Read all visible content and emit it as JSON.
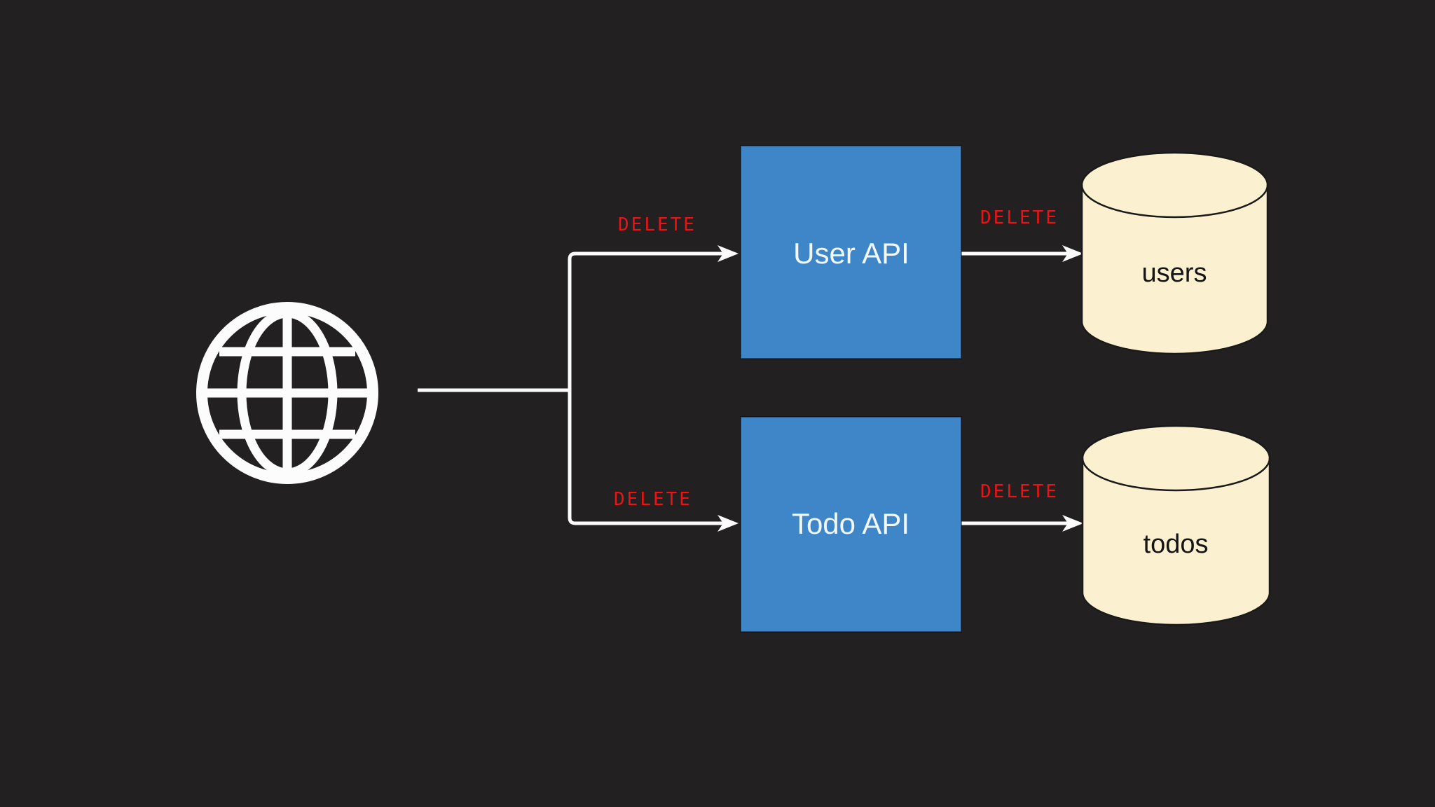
{
  "diagram": {
    "background_color": "#232021",
    "edge_color": "#fcfcfc",
    "method_color": "#ee1212",
    "client": {
      "icon": "globe",
      "color": "#fcfcfc"
    },
    "services": [
      {
        "id": "user-api",
        "label": "User API",
        "fill": "#3e86c8",
        "text_color": "#f2f7fb"
      },
      {
        "id": "todo-api",
        "label": "Todo API",
        "fill": "#3e86c8",
        "text_color": "#f2f7fb"
      }
    ],
    "databases": [
      {
        "id": "users",
        "label": "users",
        "fill": "#fbf1d0",
        "stroke_color": "#1a1a1a",
        "text_color": "#151515"
      },
      {
        "id": "todos",
        "label": "todos",
        "fill": "#fbf1d0",
        "stroke_color": "#1a1a1a",
        "text_color": "#151515"
      }
    ],
    "edges": [
      {
        "from": "client",
        "to": "user-api",
        "method": "DELETE"
      },
      {
        "from": "client",
        "to": "todo-api",
        "method": "DELETE"
      },
      {
        "from": "user-api",
        "to": "users",
        "method": "DELETE"
      },
      {
        "from": "todo-api",
        "to": "todos",
        "method": "DELETE"
      }
    ]
  }
}
